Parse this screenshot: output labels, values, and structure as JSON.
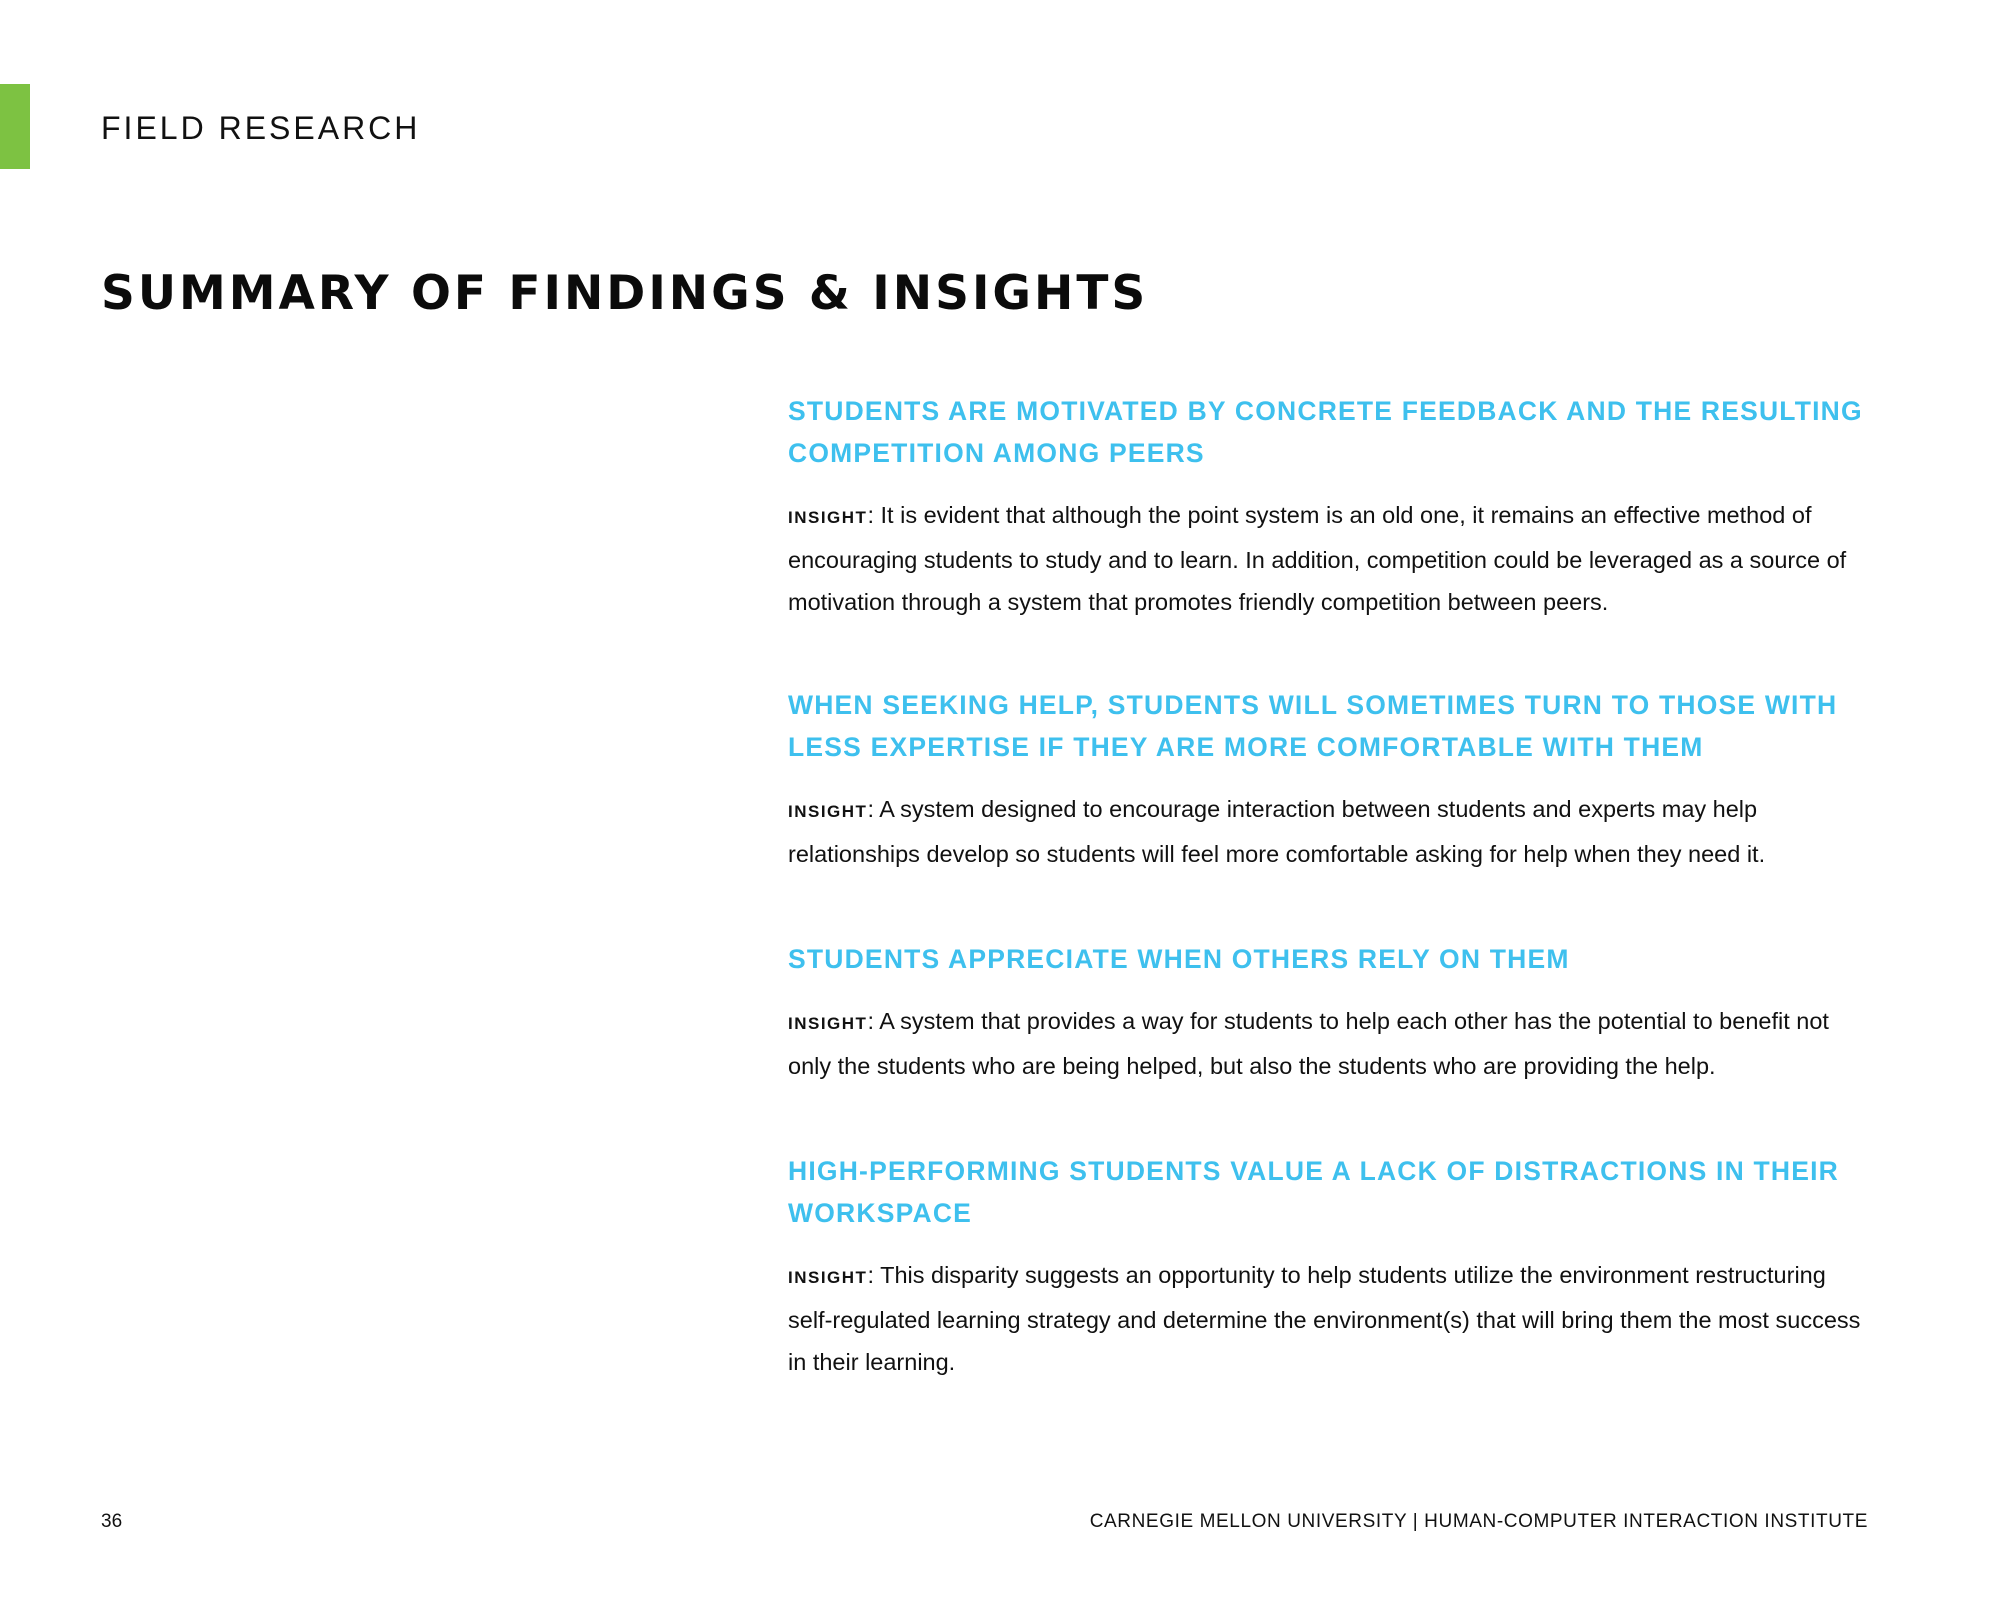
{
  "header": {
    "section_label": "FIELD RESEARCH",
    "accent_color": "#7dc242"
  },
  "page_title": "SUMMARY OF FINDINGS & INSIGHTS",
  "colors": {
    "heading": "#3ec0ee",
    "text": "#111111"
  },
  "findings": [
    {
      "heading": "STUDENTS ARE MOTIVATED BY CONCRETE FEEDBACK AND THE RESULTING COMPETITION AMONG PEERS",
      "insight_label": "INSIGHT",
      "insight_text": ": It is evident that although the point system is an old one, it remains an effective method of encouraging students to study and to learn. In addition, competition could be leveraged as a source of motivation through a system that promotes friendly competition between peers."
    },
    {
      "heading": "WHEN SEEKING HELP, STUDENTS WILL SOMETIMES TURN TO THOSE WITH LESS EXPERTISE IF THEY ARE MORE COMFORTABLE WITH THEM",
      "insight_label": "INSIGHT",
      "insight_text": ": A system designed to encourage interaction between students and experts may help relationships develop so students will feel more comfortable asking for help when they need it."
    },
    {
      "heading": "STUDENTS APPRECIATE WHEN OTHERS RELY ON THEM",
      "insight_label": "INSIGHT",
      "insight_text": ": A system that provides a way for students to help each other has the potential to benefit not only the students who are being helped, but also the students who are providing the help."
    },
    {
      "heading": "HIGH-PERFORMING STUDENTS VALUE A LACK OF DISTRACTIONS IN THEIR WORKSPACE",
      "insight_label": "INSIGHT",
      "insight_text": ": This disparity suggests an opportunity to help students utilize the environment restructuring self-regulated learning strategy and determine the environment(s) that will bring them the most success in their learning."
    }
  ],
  "footer": {
    "page_number": "36",
    "organization": "CARNEGIE MELLON UNIVERSITY | HUMAN-COMPUTER INTERACTION INSTITUTE"
  }
}
